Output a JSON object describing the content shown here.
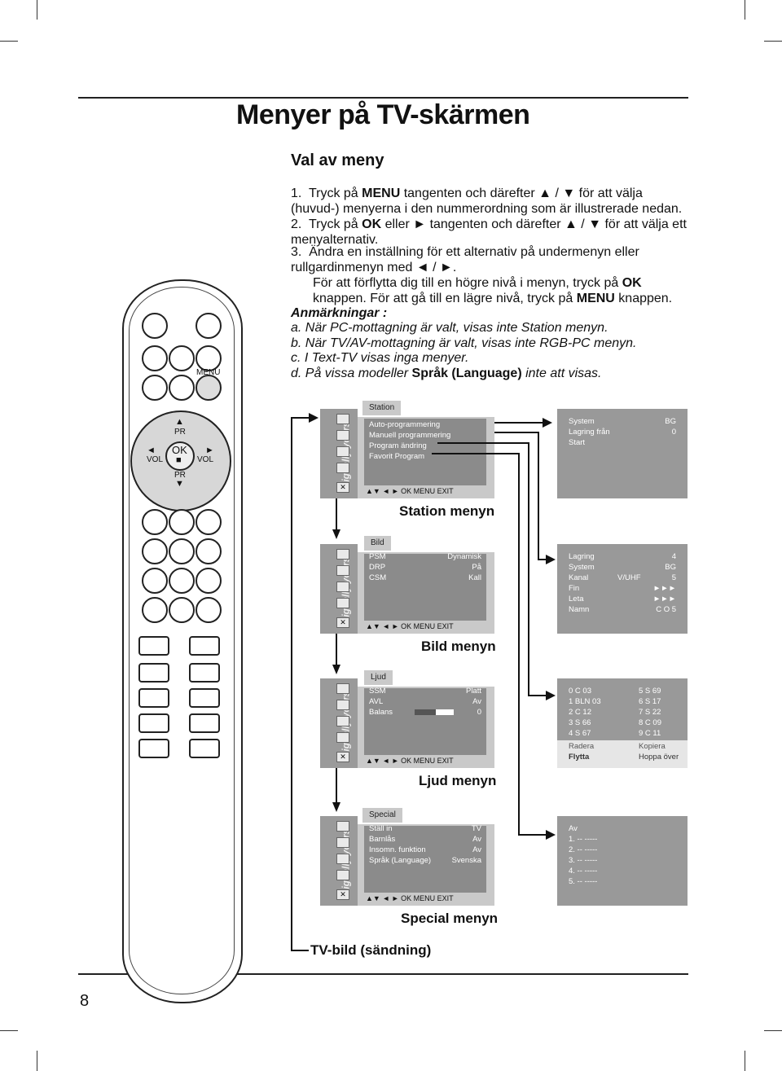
{
  "title": "Menyer på TV-skärmen",
  "section_title": "Val av meny",
  "instructions": [
    {
      "num": "1.",
      "pre": "Tryck på ",
      "key": "MENU",
      "post": " tangenten och därefter ▲ / ▼ för att välja (huvud-) menyerna i den nummerordning som är illustrerade nedan."
    },
    {
      "num": "2.",
      "pre": "Tryck på ",
      "key": "OK",
      "post": " eller ► tangenten och därefter ▲ / ▼ för att välja ett menyalternativ."
    },
    {
      "num": "3.",
      "pre": "Ändra en inställning för ett alternativ på undermenyn eller rullgardinmenyn med ◄ / ►.",
      "key": "",
      "post": ""
    }
  ],
  "instruction_extra": {
    "a": "För att förflytta dig till en högre nivå i menyn, tryck på ",
    "a_key": "OK",
    "b": " knappen. För att gå till en lägre nivå, tryck på ",
    "b_key": "MENU",
    "c": " knappen."
  },
  "notes_title": "Anmärkningar :",
  "notes": [
    "a. När PC-mottagning är valt, visas inte Station menyn.",
    "b. När TV/AV-mottagning är valt, visas inte RGB-PC menyn.",
    "c. I Text-TV visas inga menyer."
  ],
  "note_d_pre": "d. På vissa modeller ",
  "note_d_bold": "Språk (Language)",
  "note_d_post": " inte att visas.",
  "remote": {
    "menu_label": "MENU",
    "pr_top": "PR",
    "pr_bottom": "PR",
    "vol_left": "VOL",
    "vol_right": "VOL",
    "ok_label": "OK",
    "stop_symbol": "■",
    "up": "▲",
    "down": "▼",
    "left": "◄",
    "right": "►"
  },
  "panel_side_text": "Digitally yours",
  "panel_footer": "▲▼ ◄ ►       OK   MENU   EXIT",
  "panel_close": "✕",
  "panels": [
    {
      "tab": "Station",
      "rows": [
        [
          "Auto-programmering",
          ""
        ],
        [
          "Manuell programmering",
          ""
        ],
        [
          "Program ändring",
          ""
        ],
        [
          "Favorit Program",
          ""
        ]
      ],
      "label": "Station menyn"
    },
    {
      "tab": "Bild",
      "rows": [
        [
          "PSM",
          "Dynamisk"
        ],
        [
          "DRP",
          "På"
        ],
        [
          "CSM",
          "Kall"
        ]
      ],
      "label": "Bild menyn"
    },
    {
      "tab": "Ljud",
      "rows": [
        [
          "SSM",
          "Platt"
        ],
        [
          "AVL",
          "Av"
        ],
        [
          "Balans",
          "0"
        ]
      ],
      "label": "Ljud menyn"
    },
    {
      "tab": "Special",
      "rows": [
        [
          "Ställ in",
          "TV"
        ],
        [
          "Barnlås",
          "Av"
        ],
        [
          "Insomn. funktion",
          "Av"
        ],
        [
          "Språk (Language)",
          "Svenska"
        ]
      ],
      "label": "Special menyn"
    }
  ],
  "sub_panels": {
    "station": [
      [
        "System",
        "",
        "BG"
      ],
      [
        "Lagring från",
        "",
        "0"
      ],
      [
        "Start",
        "",
        ""
      ]
    ],
    "bild": [
      [
        "Lagring",
        "",
        "4"
      ],
      [
        "System",
        "",
        "BG"
      ],
      [
        "Kanal",
        "V/UHF",
        "5"
      ],
      [
        "Fin",
        "",
        "►►►"
      ],
      [
        "Leta",
        "",
        "►►►"
      ],
      [
        "Namn",
        "",
        "C    O  5"
      ]
    ],
    "ljud": [
      [
        "0    C    03",
        "",
        "5    S   69"
      ],
      [
        "1   BLN  03",
        "",
        "6    S   17"
      ],
      [
        "2    C    12",
        "",
        "7    S   22"
      ],
      [
        "3    S    66",
        "",
        "8    C   09"
      ],
      [
        "4    S    67",
        "",
        "9    C   11"
      ],
      [
        "Radera",
        "",
        "Kopiera"
      ],
      [
        "Flytta",
        "",
        "Hoppa över"
      ]
    ],
    "special": [
      [
        "Av",
        "",
        ""
      ],
      [
        "1. --  -----",
        "",
        ""
      ],
      [
        "2. --  -----",
        "",
        ""
      ],
      [
        "3. --  -----",
        "",
        ""
      ],
      [
        "4. --  -----",
        "",
        ""
      ],
      [
        "5. --  -----",
        "",
        ""
      ]
    ]
  },
  "tv_label": "TV-bild (sändning)",
  "page_number": "8"
}
